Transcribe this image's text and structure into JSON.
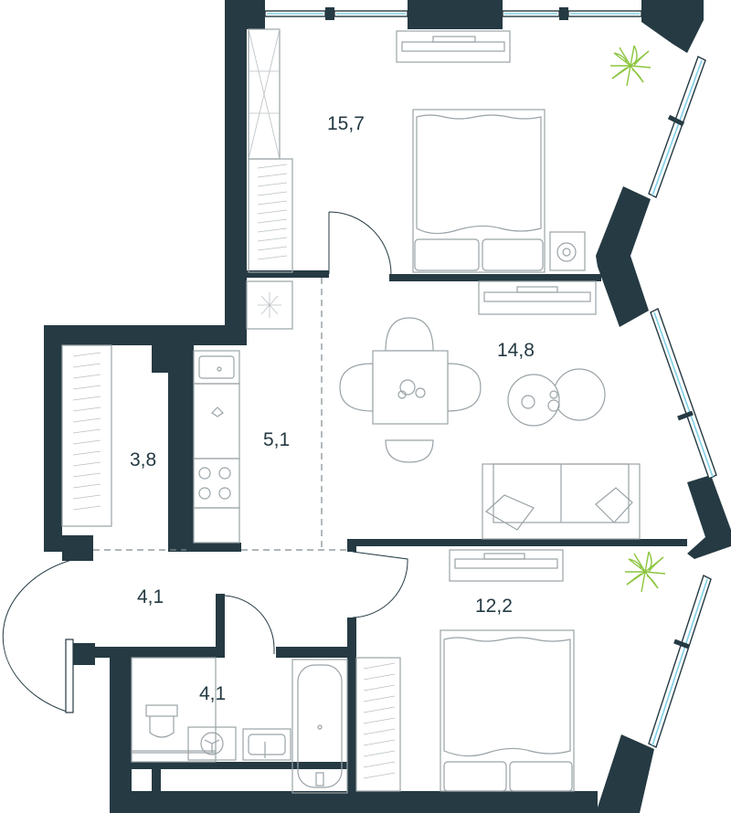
{
  "plan": {
    "rooms": [
      {
        "id": "bedroom-1",
        "area": "15,7"
      },
      {
        "id": "living-room",
        "area": "14,8"
      },
      {
        "id": "kitchen",
        "area": "5,1"
      },
      {
        "id": "storage",
        "area": "3,8"
      },
      {
        "id": "hallway",
        "area": "4,1"
      },
      {
        "id": "bathroom",
        "area": "4,1"
      },
      {
        "id": "bedroom-2",
        "area": "12,2"
      }
    ],
    "colors": {
      "wall": "#253a43",
      "window_glass": "#7fd0e8",
      "furniture": "#9aa3a7",
      "plant": "#8cc63f"
    }
  }
}
